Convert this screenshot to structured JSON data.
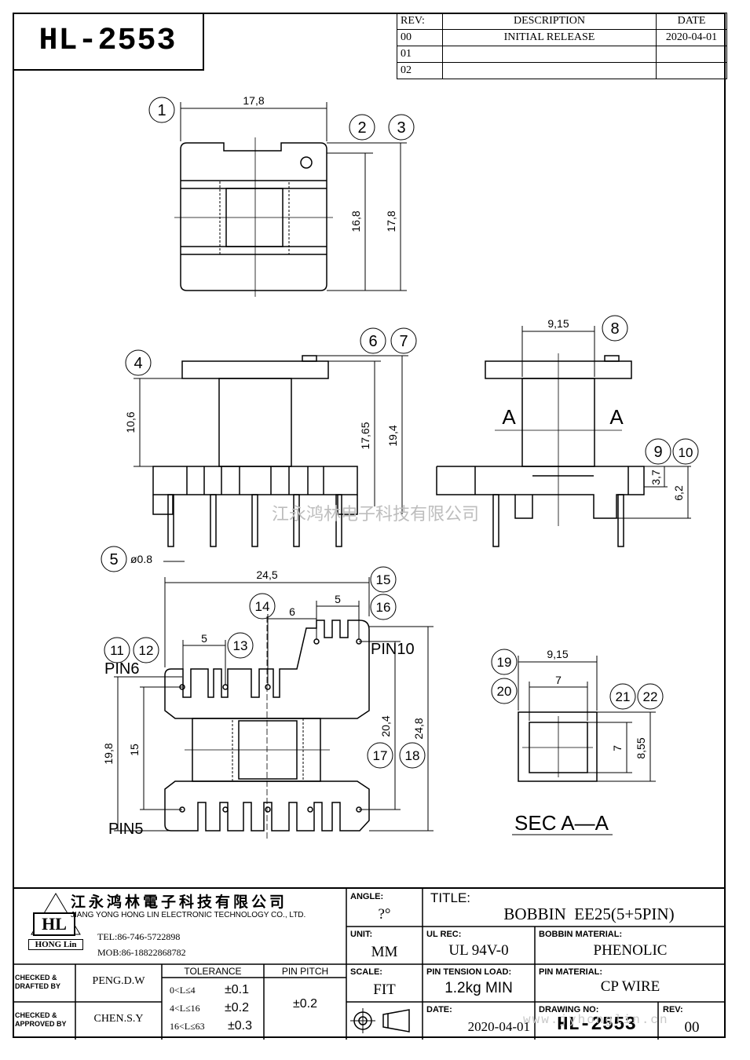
{
  "header": {
    "part_number": "HL-2553"
  },
  "revisions": {
    "headers": [
      "REV:",
      "DESCRIPTION",
      "DATE"
    ],
    "rows": [
      {
        "rev": "00",
        "description": "INITIAL RELEASE",
        "date": "2020-04-01"
      },
      {
        "rev": "01",
        "description": "",
        "date": ""
      },
      {
        "rev": "02",
        "description": "",
        "date": ""
      }
    ]
  },
  "drawing": {
    "callouts": [
      "1",
      "2",
      "3",
      "4",
      "5",
      "6",
      "7",
      "8",
      "9",
      "10",
      "11",
      "12",
      "13",
      "14",
      "15",
      "16",
      "17",
      "18",
      "19",
      "20",
      "21",
      "22"
    ],
    "dims": {
      "top_width": "17,8",
      "top_h1": "16,8",
      "top_h2": "17,8",
      "side_h1": "10,6",
      "side_h2": "17,65",
      "side_h3": "19,4",
      "end_width": "9,15",
      "end_h1": "3,7",
      "end_h2": "6,2",
      "pin_dia": "ø0.8",
      "bot_width": "24,5",
      "bot_pitch_a": "5",
      "bot_pitch_b": "6",
      "bot_pitch_c": "5",
      "bot_h1": "19,8",
      "bot_h2": "15",
      "bot_h3": "20,4",
      "bot_h4": "24,8",
      "sec_outer": "9,15",
      "sec_inner": "7",
      "sec_h_inner": "7",
      "sec_h_outer": "8,55"
    },
    "section_marks": [
      "A",
      "A"
    ],
    "pin_labels": {
      "pin6": "PIN6",
      "pin10": "PIN10",
      "pin5": "PIN5"
    },
    "section_title": "SEC A—A",
    "watermark_cn": "江永鸿林电子科技有限公司",
    "watermark_url": "www.jyhonglin.cn"
  },
  "titleblock": {
    "company_cn": "江永鸿林電子科技有限公司",
    "company_en": "JIANG YONG HONG LIN ELECTRONIC TECHNOLOGY CO., LTD.",
    "logo_text": "HL",
    "logo_sub": "HONG Lin",
    "tel": "TEL:86-746-5722898",
    "mob": "MOB:86-18822868782",
    "checked_drafted_label": "CHECKED & DRAFTED BY",
    "checked_drafted": "PENG.D.W",
    "checked_approved_label": "CHECKED & APPROVED BY",
    "checked_approved": "CHEN.S.Y",
    "tolerance_label": "TOLERANCE",
    "tolerances": [
      {
        "range": "0<L≤4",
        "value": "±0.1"
      },
      {
        "range": "4<L≤16",
        "value": "±0.2"
      },
      {
        "range": "16<L≤63",
        "value": "±0.3"
      }
    ],
    "pin_pitch_label": "PIN PITCH",
    "pin_pitch": "±0.2",
    "angle_label": "ANGLE:",
    "angle": "?°",
    "unit_label": "UNIT:",
    "unit": "MM",
    "scale_label": "SCALE:",
    "scale": "FIT",
    "title_label": "TITLE:",
    "title": "BOBBIN  EE25(5+5PIN)",
    "ul_label": "UL REC:",
    "ul": "UL 94V-0",
    "material_label": "BOBBIN MATERIAL:",
    "material": "PHENOLIC",
    "tension_label": "PIN TENSION LOAD:",
    "tension": "1.2kg MIN",
    "pin_material_label": "PIN MATERIAL:",
    "pin_material": "CP WIRE",
    "date_label": "DATE:",
    "date": "2020-04-01",
    "drawing_no_label": "DRAWING NO:",
    "drawing_no": "HL-2553",
    "rev_label": "REV:",
    "rev": "00"
  }
}
